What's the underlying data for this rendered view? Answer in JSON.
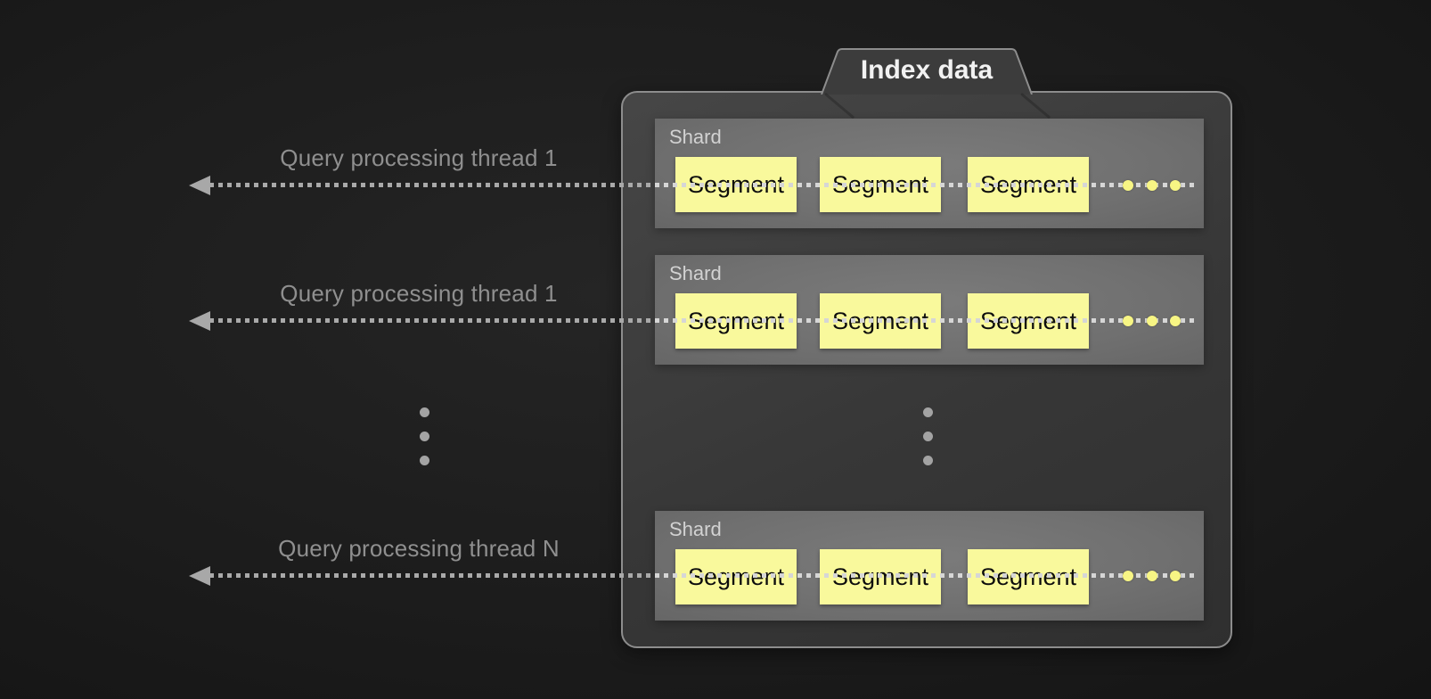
{
  "folder": {
    "tab_label": "Index data"
  },
  "threads": [
    {
      "label": "Query processing thread 1"
    },
    {
      "label": "Query processing thread 1"
    },
    {
      "label": "Query processing thread N"
    }
  ],
  "shards": [
    {
      "label": "Shard",
      "segments": [
        {
          "label": "Segment"
        },
        {
          "label": "Segment"
        },
        {
          "label": "Segment"
        }
      ]
    },
    {
      "label": "Shard",
      "segments": [
        {
          "label": "Segment"
        },
        {
          "label": "Segment"
        },
        {
          "label": "Segment"
        }
      ]
    },
    {
      "label": "Shard",
      "segments": [
        {
          "label": "Segment"
        },
        {
          "label": "Segment"
        },
        {
          "label": "Segment"
        }
      ]
    }
  ],
  "colors": {
    "background": "#1c1c1c",
    "folder_fill": "#3a3a3a",
    "folder_border": "#8d8d8d",
    "shard_fill": "#6f6f6f",
    "segment_fill": "#f9f99c",
    "segment_text": "#0d0d0d",
    "ellipsis_yellow": "#f7f584",
    "arrow_gray": "#a8a8a8",
    "thread_label_text": "#8f8f8f",
    "tab_text": "#f2f2f2"
  }
}
